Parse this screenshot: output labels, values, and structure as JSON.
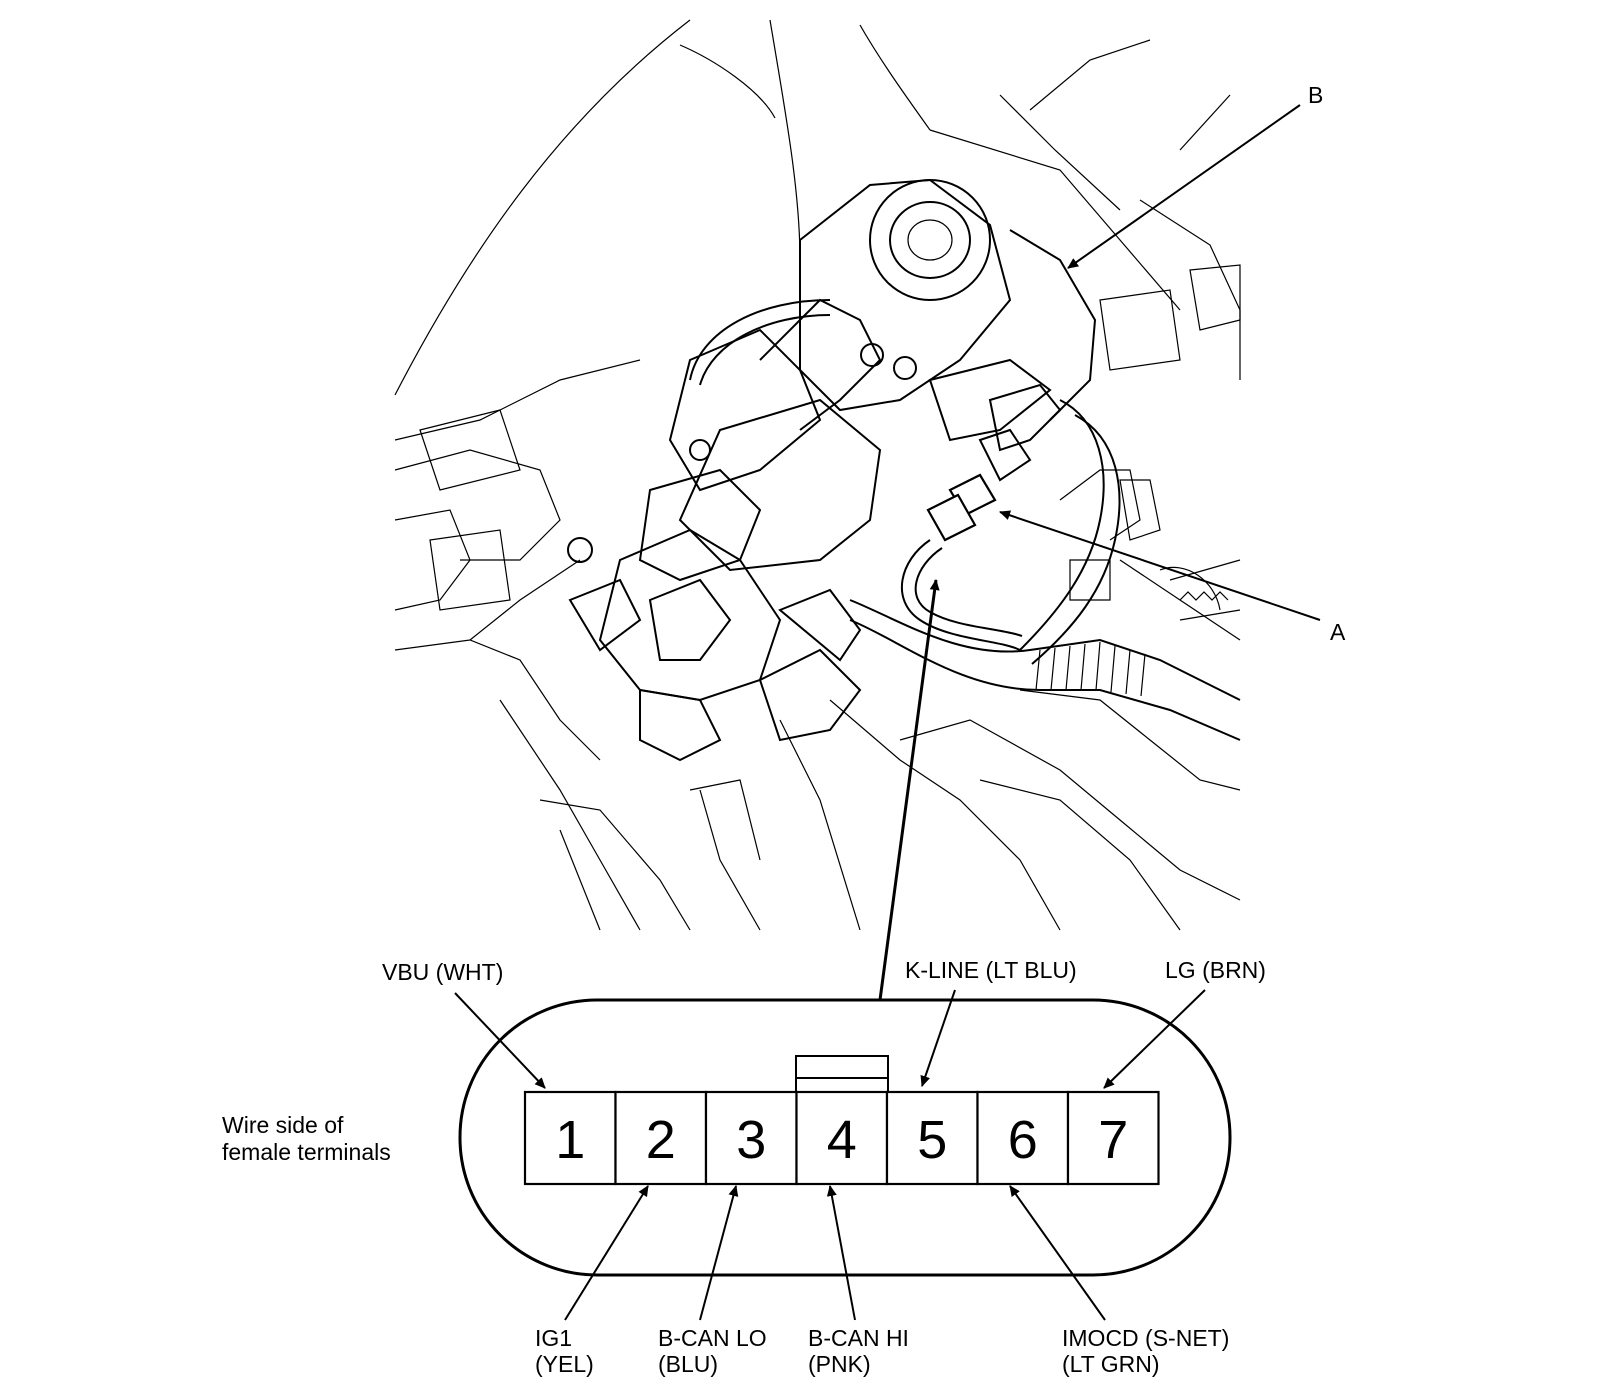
{
  "callouts": {
    "a": "A",
    "b": "B"
  },
  "connector": {
    "side_label_line1": "Wire side of",
    "side_label_line2": "female terminals",
    "terminals": [
      "1",
      "2",
      "3",
      "4",
      "5",
      "6",
      "7"
    ]
  },
  "wires": {
    "t1": "VBU (WHT)",
    "t2_line1": "IG1",
    "t2_line2": "(YEL)",
    "t3_line1": "B-CAN LO",
    "t3_line2": "(BLU)",
    "t4_line1": "B-CAN HI",
    "t4_line2": "(PNK)",
    "t5": "K-LINE (LT BLU)",
    "t6_line1": "IMOCD (S-NET)",
    "t6_line2": "(LT GRN)",
    "t7": "LG (BRN)"
  }
}
